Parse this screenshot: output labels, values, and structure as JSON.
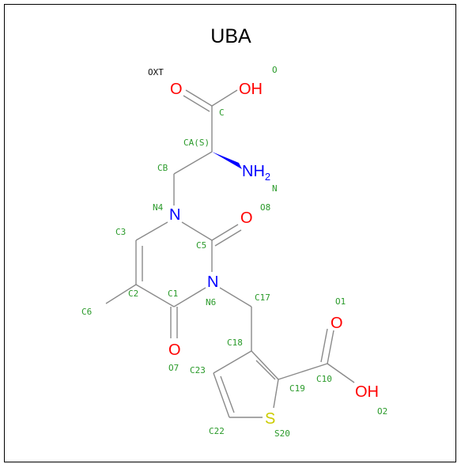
{
  "title": "UBA",
  "atom_labels": {
    "oxt": "OXT",
    "o": "O",
    "c": "C",
    "ca": "CA(S)",
    "cb": "CB",
    "n": "N",
    "n4": "N4",
    "o8": "O8",
    "c3": "C3",
    "c5": "C5",
    "c2": "C2",
    "c1": "C1",
    "n6": "N6",
    "c17": "C17",
    "c6": "C6",
    "o1": "O1",
    "c18": "C18",
    "o7": "O7",
    "c23": "C23",
    "c19": "C19",
    "c10": "C10",
    "o2": "O2",
    "c22": "C22",
    "s20": "S20"
  },
  "elements": {
    "o_carbonyl": "O",
    "oh_acid": "OH",
    "nh": "NH",
    "nh_sub": "2",
    "n4": "N",
    "o8": "O",
    "n6": "N",
    "o7": "O",
    "o1": "O",
    "oh_c10": "OH",
    "s": "S"
  },
  "colors": {
    "oxygen": "#ff0000",
    "nitrogen": "#0000ff",
    "sulfur": "#cccc00",
    "label": "#2a9a2a",
    "bond": "#8a8a8a"
  }
}
